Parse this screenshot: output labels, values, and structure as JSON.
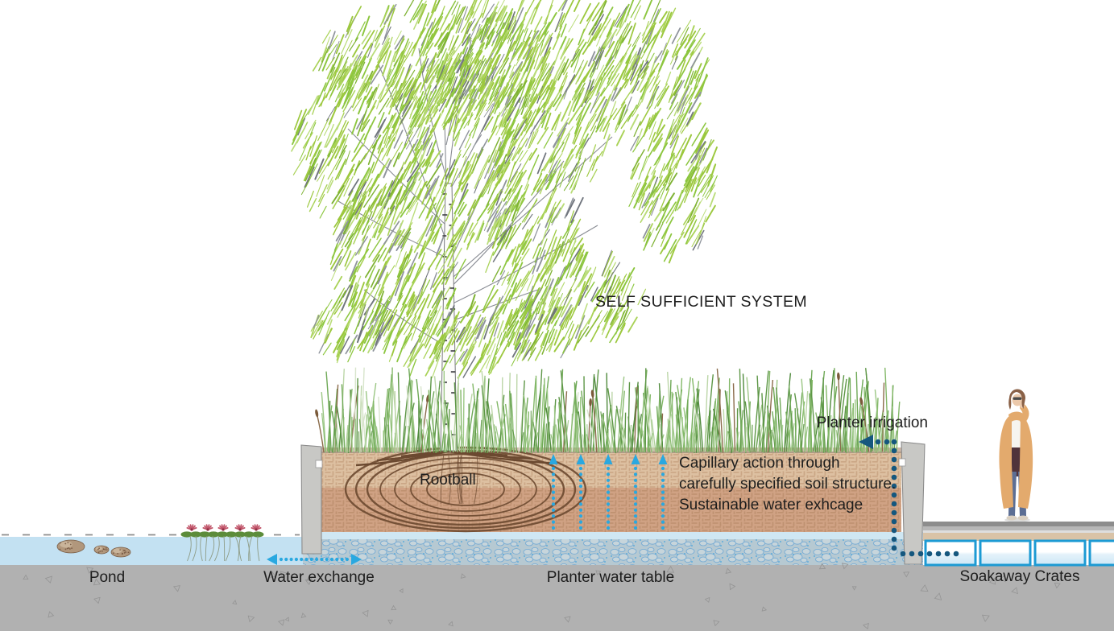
{
  "title": "SELF SUFFICIENT SYSTEM",
  "annotations": {
    "planter_irrigation": "Planter irrigation",
    "capillary_line1": "Capillary action through",
    "capillary_line2": "carefully specified soil structure.",
    "capillary_line3": "Sustainable water exhcage",
    "rootball": "Rootball"
  },
  "ground_labels": {
    "pond": "Pond",
    "water_exchange": "Water exchange",
    "planter_water_table": "Planter water table",
    "soakaway_crates": "Soakaway Crates"
  },
  "icons": {
    "irrigation_arrow": "dotted-left-arrow",
    "capillary_arrows": "dotted-up-arrows",
    "water_exchange_arrow": "dotted-double-arrow"
  },
  "colors": {
    "capillary_arrow": "#29a8e0",
    "irrigation_dots": "#15577e",
    "crate_border": "#1c9ad3",
    "crate_fill_low": "#cde7f6",
    "pond_water": "#c3e1f2",
    "water_band": "#cfe7f3",
    "gravel_bg": "#b6c9d2",
    "gravel_stone": "#c7d5db",
    "gravel_stroke": "#6fa8d4",
    "gravel_speck": "#45a3dc",
    "soil_upper": "#ddc0a1",
    "soil_upper_mark": "#b98f6d",
    "soil_lower": "#d0a284",
    "soil_lower_mark": "#a97c58",
    "mulch": "#ccb6a6",
    "mulch_line": "#a8917f",
    "concrete": "#b1b1b1",
    "concrete_speck": "#949494",
    "wall": "#c8c8c5",
    "wall_stroke": "#8c8c8c",
    "deck_dark": "#8d8d8d",
    "deck_mid": "#b7b7b7",
    "deck_light": "#dedede",
    "deck_tan": "#d9c3a7",
    "rootball": "#6b4930",
    "trunk_fill": "#fdfdfb",
    "trunk_stroke": "#77777c",
    "trunk_mark": "#3f3f44",
    "branch": "#7c7f87",
    "coat": "#e3aa6d",
    "jeans": "#5c6e94",
    "hair": "#8a6147",
    "skin": "#ecc9ab",
    "shirt": "#f6f4f0",
    "shoes": "#d9cfc1",
    "coat_inner": "#50333b",
    "lily_flower": "#c2566b",
    "lily_green": "#5c8c3a",
    "rock": "#b1977c",
    "text": "#1d1d1d"
  }
}
